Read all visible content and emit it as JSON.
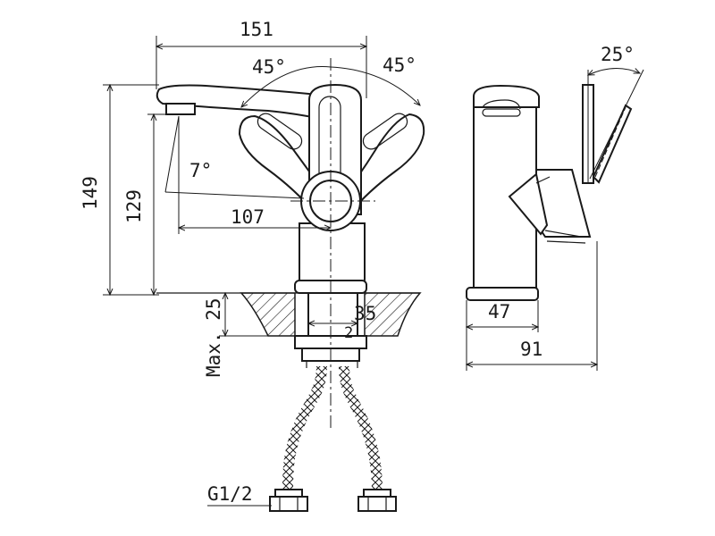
{
  "dimensions": {
    "overall_width": "151",
    "overall_height": "149",
    "spout_height": "129",
    "spout_reach": "107",
    "mount_depth": "Max. 25",
    "hole_diameter": "35",
    "side_base_width": "47",
    "side_depth": "91",
    "connection": "G1/2"
  },
  "angles": {
    "handle_left": "45°",
    "handle_right": "45°",
    "spout_tilt": "7°",
    "lever_tilt": "25°"
  },
  "callouts": {
    "small_marker": "2"
  }
}
